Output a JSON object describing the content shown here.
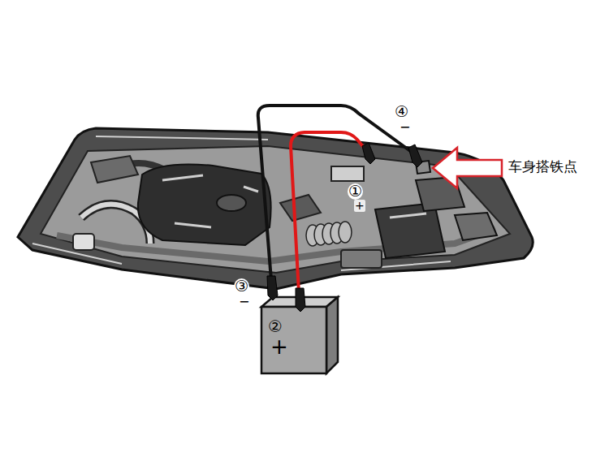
{
  "diagram": {
    "labels": [
      "④",
      "−",
      "车身搭铁点",
      "①",
      "+",
      "③",
      "−",
      "②",
      "+"
    ]
  }
}
